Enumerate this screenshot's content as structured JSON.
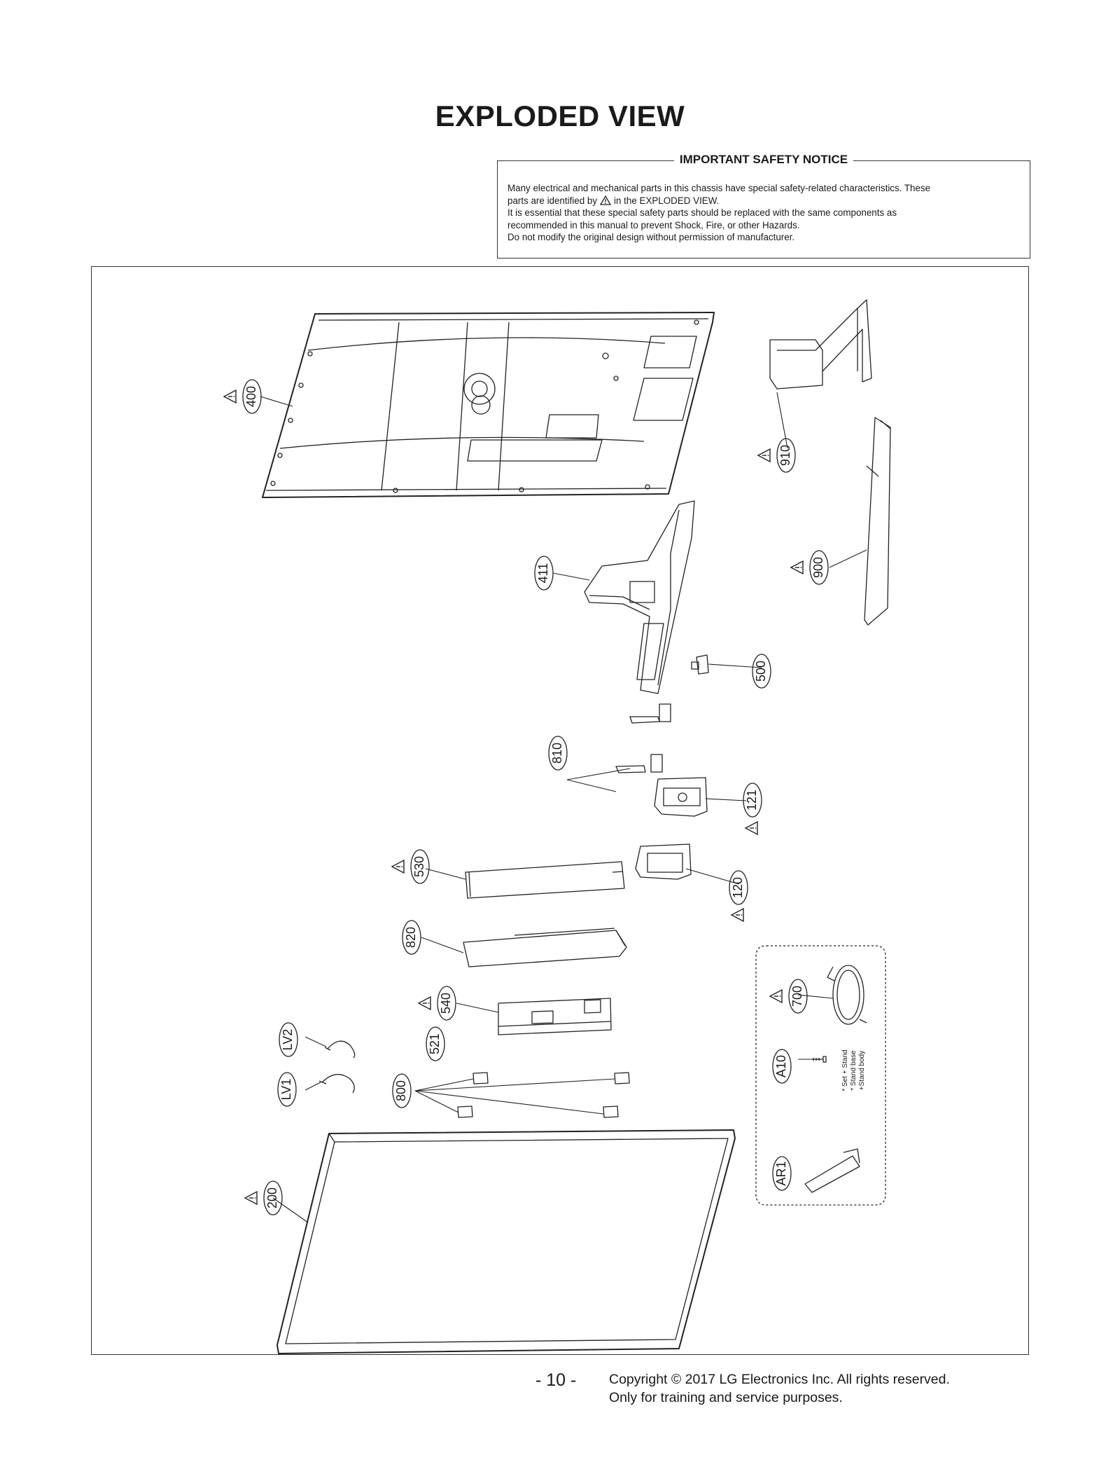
{
  "page": {
    "title": "EXPLODED VIEW",
    "page_number": "- 10 -",
    "copyright_line1": "Copyright © 2017 LG Electronics Inc. All rights reserved.",
    "copyright_line2": "Only for training and service purposes."
  },
  "notice": {
    "heading": "IMPORTANT SAFETY NOTICE",
    "line1": "Many electrical and mechanical parts in this chassis have special safety-related characteristics. These",
    "line2_pre": "parts are identified by",
    "line2_post": "in the EXPLODED VIEW.",
    "line3": "It is essential that these special safety parts should be replaced with the same components as",
    "line4": "recommended in this manual to prevent Shock, Fire, or other Hazards.",
    "line5": "Do not modify the original design without permission of manufacturer."
  },
  "parts": {
    "p400": "400",
    "p910": "910",
    "p900": "900",
    "p411": "411",
    "p500": "500",
    "p810": "810",
    "p121": "121",
    "p530": "530",
    "p120": "120",
    "p820": "820",
    "p700": "700",
    "p540": "540",
    "p521": "521",
    "pA10": "A10",
    "pLV2": "LV2",
    "pLV1": "LV1",
    "p800": "800",
    "pAR1": "AR1",
    "p200": "200"
  },
  "accessory_note": {
    "line1": "* Set + Stand",
    "line2": "* Stand base",
    "line3": "+Stand body"
  },
  "colors": {
    "line": "#222222",
    "frame": "#333333"
  }
}
